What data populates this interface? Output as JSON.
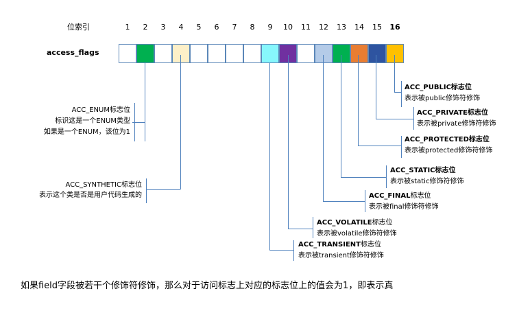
{
  "header": {
    "index_label": "位索引",
    "field_label": "access_flags"
  },
  "bits": [
    {
      "n": "1",
      "color": "#ffffff",
      "bold": false
    },
    {
      "n": "2",
      "color": "#00b050",
      "bold": false
    },
    {
      "n": "3",
      "color": "#ffffff",
      "bold": false
    },
    {
      "n": "4",
      "color": "#fdf0c8",
      "bold": false
    },
    {
      "n": "5",
      "color": "#ffffff",
      "bold": false
    },
    {
      "n": "6",
      "color": "#ffffff",
      "bold": false
    },
    {
      "n": "7",
      "color": "#ffffff",
      "bold": false
    },
    {
      "n": "8",
      "color": "#ffffff",
      "bold": false
    },
    {
      "n": "9",
      "color": "#87f7fc",
      "bold": false
    },
    {
      "n": "10",
      "color": "#7030a0",
      "bold": false
    },
    {
      "n": "11",
      "color": "#ffffff",
      "bold": false
    },
    {
      "n": "12",
      "color": "#b4cbe8",
      "bold": false
    },
    {
      "n": "13",
      "color": "#00b050",
      "bold": false
    },
    {
      "n": "14",
      "color": "#e97d32",
      "bold": false
    },
    {
      "n": "15",
      "color": "#2e54a0",
      "bold": false
    },
    {
      "n": "16",
      "color": "#ffc000",
      "bold": true
    }
  ],
  "left_notes": {
    "enum": {
      "title": "ACC_ENUM标志位",
      "line1": "标识这是一个ENUM类型",
      "line2": "如果是一个ENUM，该位为1"
    },
    "synthetic": {
      "title": "ACC_SYNTHETIC标志位",
      "line1": "表示这个类是否是用户代码生成的"
    }
  },
  "right_notes": {
    "public": {
      "name": "ACC_PUBLIC",
      "suffix": "标志位",
      "desc": "表示被public修饰符修饰"
    },
    "private": {
      "name": "ACC_PRIVATE",
      "suffix": "标志位",
      "desc": "表示被private修饰符修饰"
    },
    "protected": {
      "name": "ACC_PROTECTED",
      "suffix": "标志位",
      "desc": "表示被protected修饰符修饰"
    },
    "static": {
      "name": "ACC_STATIC",
      "suffix": "标志位",
      "desc": "表示被static修饰符修饰"
    },
    "final": {
      "name": "ACC_FINAL",
      "suffix": "标志位",
      "desc": "表示被final修饰符修饰"
    },
    "volatile": {
      "name": "ACC_VOLATILE",
      "suffix": "标志位",
      "desc": "表示被volatile修饰符修饰"
    },
    "transient": {
      "name": "ACC_TRANSIENT",
      "suffix": "标志位",
      "desc": "表示被transient修饰符修饰"
    }
  },
  "footer": {
    "text": "如果field字段被若干个修饰符修饰，那么对于访问标志上对应的标志位上的值会为1，即表示真"
  }
}
